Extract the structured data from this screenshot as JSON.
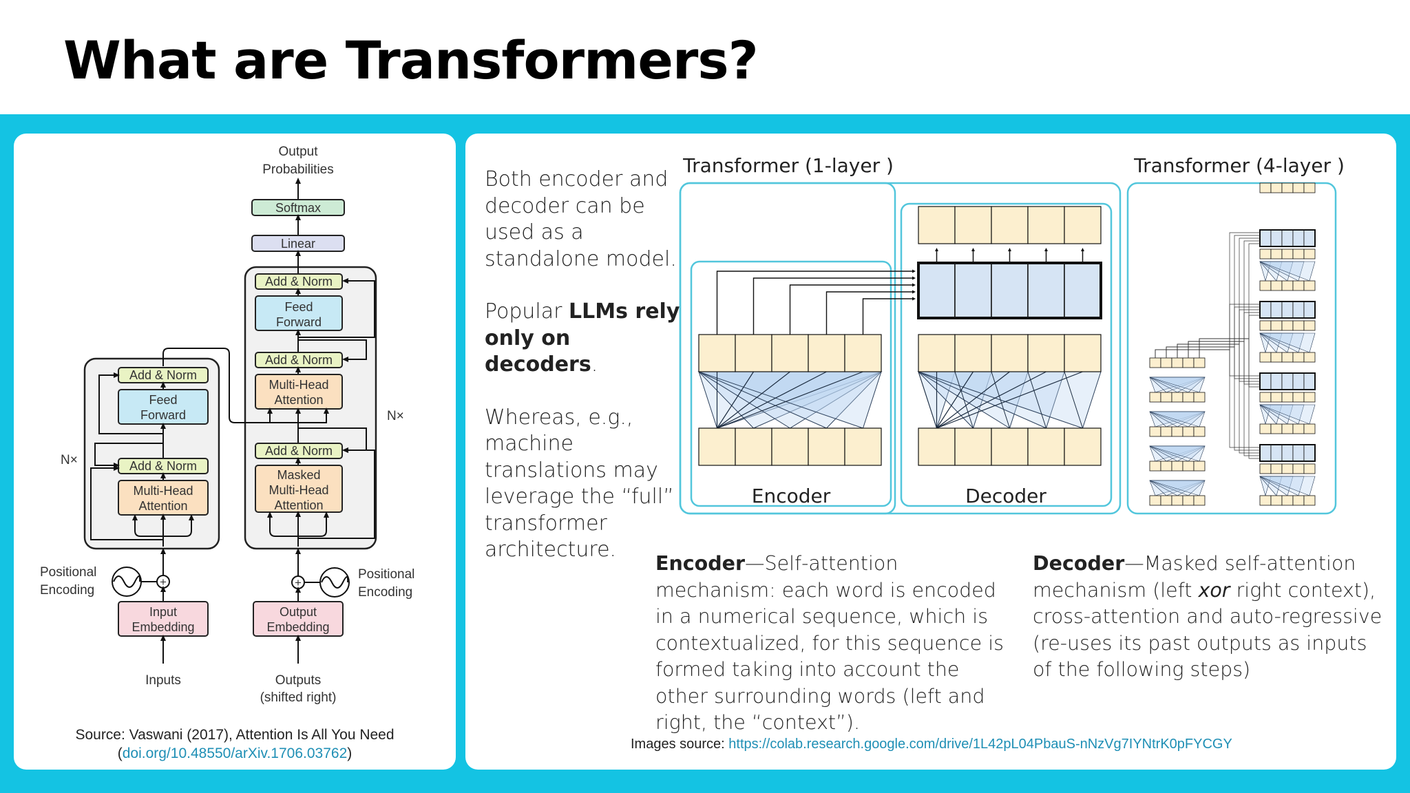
{
  "title": "What are Transformers?",
  "left_panel": {
    "labels": {
      "output_probs_1": "Output",
      "output_probs_2": "Probabilities",
      "softmax": "Softmax",
      "linear": "Linear",
      "add_norm": "Add & Norm",
      "feed_1": "Feed",
      "feed_2": "Forward",
      "mha_1": "Multi-Head",
      "mha_2": "Attention",
      "masked_1": "Masked",
      "masked_2": "Multi-Head",
      "masked_3": "Attention",
      "nx": "N×",
      "pos_1": "Positional",
      "pos_2": "Encoding",
      "input_emb_1": "Input",
      "input_emb_2": "Embedding",
      "output_emb_1": "Output",
      "output_emb_2": "Embedding",
      "inputs": "Inputs",
      "outputs_1": "Outputs",
      "outputs_2": "(shifted right)",
      "plus": "+"
    },
    "source_line1": "Source: Vaswani (2017), Attention Is All You Need",
    "source_open": "(",
    "source_link": "doi.org/10.48550/arXiv.1706.03762",
    "source_close": ")"
  },
  "right_panel": {
    "intro_p1": "Both encoder and decoder can be used as a standalone model.",
    "intro_p2_pre": "Popular ",
    "intro_p2_bold": "LLMs rely only on decoders",
    "intro_p2_post": ".",
    "intro_p3": "Whereas, e.g., machine translations may leverage the “full” transformer architecture.",
    "diagram": {
      "title_1layer": "Transformer (1-layer )",
      "title_4layer": "Transformer (4-layer )",
      "encoder_label": "Encoder",
      "decoder_label": "Decoder"
    },
    "encoder_desc": {
      "term": "Encoder",
      "dash": "—",
      "text": "Self-attention mechanism: each word is encoded in a numerical sequence, which is contextualized, for this sequence is formed taking into account the other surrounding words (left and right, the “context”)."
    },
    "decoder_desc": {
      "term": "Decoder",
      "dash": "—",
      "text_1": "Masked self-attention mechanism (left ",
      "text_xor": "xor",
      "text_2": " right context), cross-attention and auto-regressive (re-uses its past outputs as inputs of the following steps)"
    },
    "source_prefix": "Images source: ",
    "source_link": "https://colab.research.google.com/drive/1L42pL04PbauS-nNzVg7IYNtrK0pFYCGY"
  },
  "colors": {
    "band": "#14c3e3",
    "cream": "#fcefcf",
    "blue_cell": "#d6e4f4",
    "teal_border": "#52c6dc",
    "add_norm": "#e9f3c4",
    "feed_forward": "#c7e9f5",
    "attention": "#fbe0c0",
    "softmax": "#cdebd5",
    "linear": "#dcdff1",
    "embedding": "#f8d8de",
    "link": "#1f8fb5"
  }
}
